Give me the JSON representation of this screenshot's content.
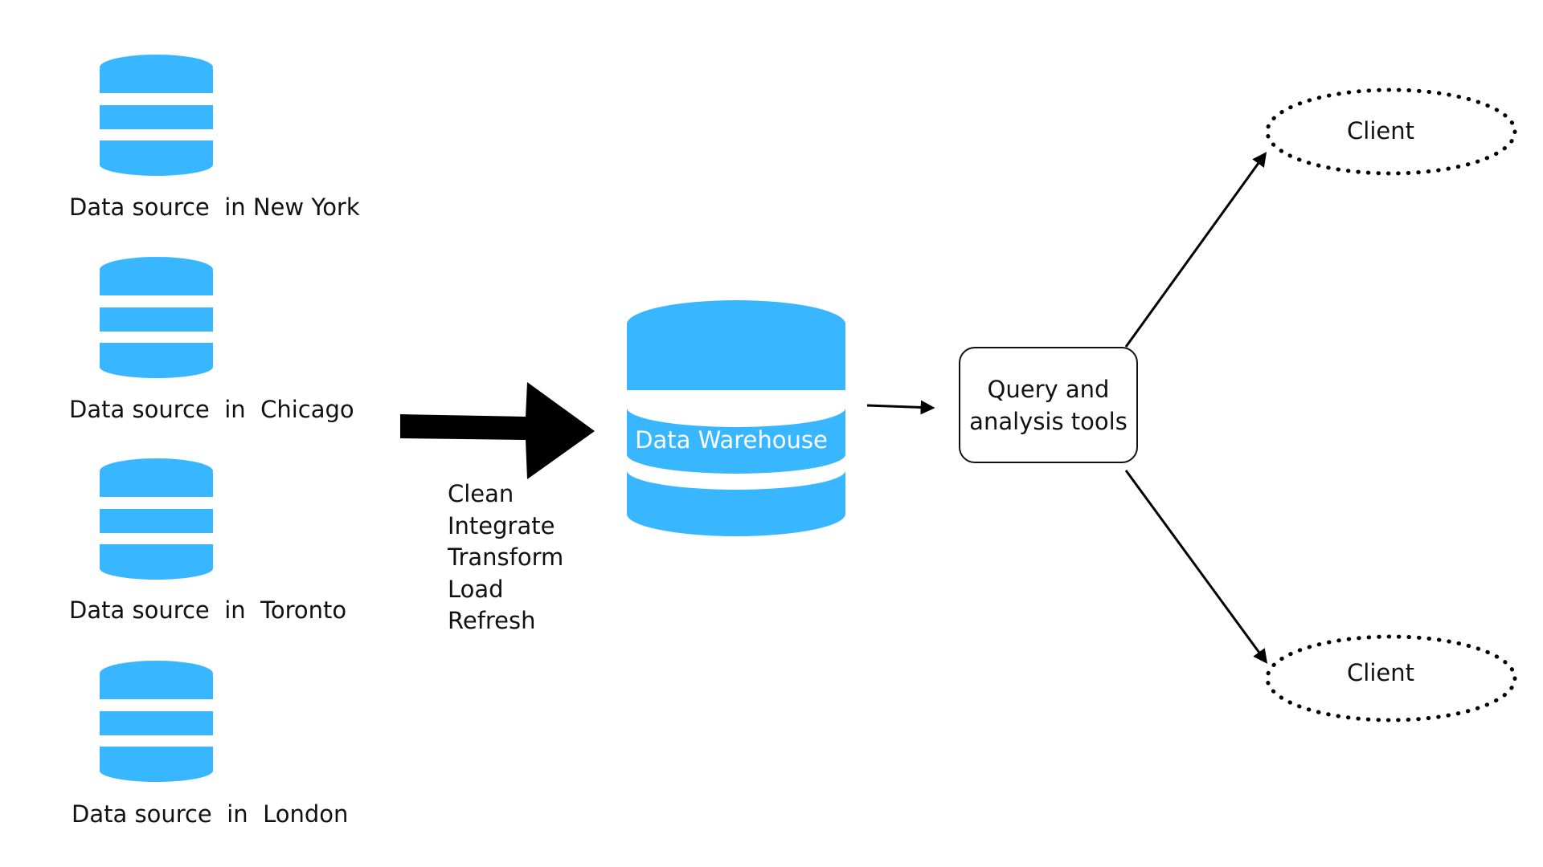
{
  "colors": {
    "database_fill": "#38b6ff",
    "stroke": "#000000",
    "text": "#111111",
    "warehouse_label": "#ffffff"
  },
  "sources": [
    {
      "label": "Data source  in New York",
      "icon": "database-icon"
    },
    {
      "label": "Data source  in  Chicago",
      "icon": "database-icon"
    },
    {
      "label": "Data source  in  Toronto",
      "icon": "database-icon"
    },
    {
      "label": "Data source  in  London",
      "icon": "database-icon"
    }
  ],
  "etl_steps": [
    "Clean",
    "Integrate",
    "Transform",
    "Load",
    "Refresh"
  ],
  "warehouse": {
    "label": "Data Warehouse",
    "icon": "database-icon"
  },
  "tools": {
    "line1": "Query and",
    "line2": "analysis tools"
  },
  "clients": [
    {
      "label": "Client"
    },
    {
      "label": "Client"
    }
  ]
}
